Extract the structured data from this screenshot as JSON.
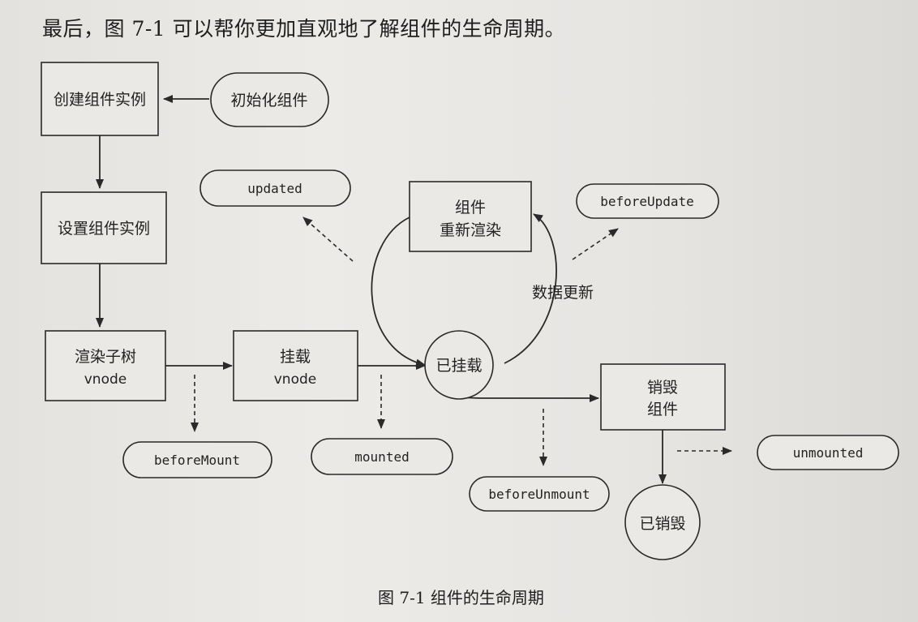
{
  "intro_text": "最后，图 7-1 可以帮你更加直观地了解组件的生命周期。",
  "caption": "图 7-1   组件的生命周期",
  "nodes": {
    "create_instance": "创建组件实例",
    "init_component": "初始化组件",
    "setup_instance": "设置组件实例",
    "render_subtree": [
      "渲染子树",
      "vnode"
    ],
    "mount_vnode": [
      "挂载",
      "vnode"
    ],
    "mounted_state": "已挂载",
    "rerender": [
      "组件",
      "重新渲染"
    ],
    "data_update": "数据更新",
    "destroy_component": [
      "销毁",
      "组件"
    ],
    "destroyed_state": "已销毁"
  },
  "hooks": {
    "updated": "updated",
    "before_update": "beforeUpdate",
    "before_mount": "beforeMount",
    "mounted": "mounted",
    "before_unmount": "beforeUnmount",
    "unmounted": "unmounted"
  }
}
